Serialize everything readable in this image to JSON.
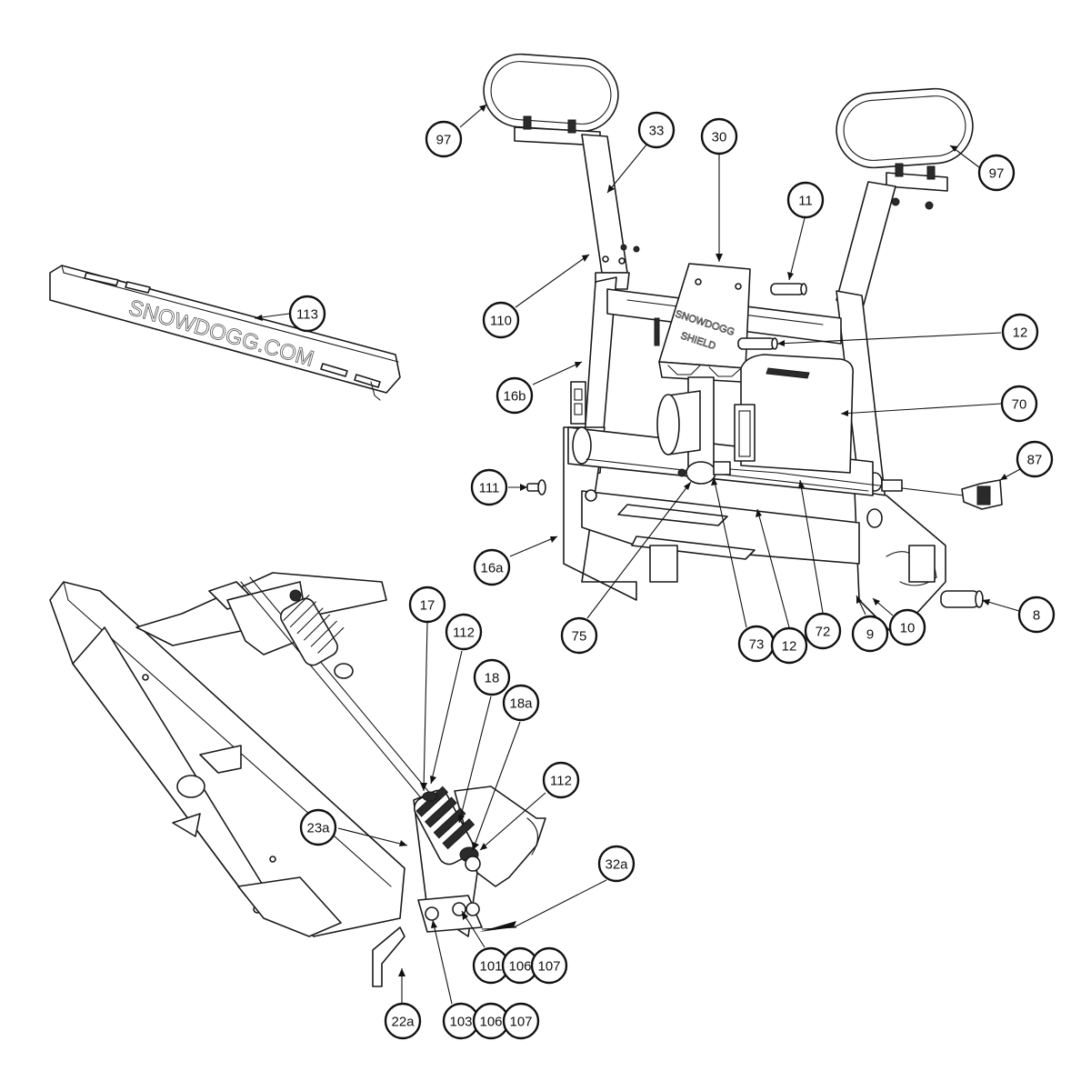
{
  "diagram": {
    "type": "exploded-parts-diagram",
    "colors": {
      "line": "#1a1a1a",
      "background": "#ffffff"
    },
    "embossed_text": {
      "bar_label": "SNOWDOGG.COM",
      "shield_top": "SNOWDOGG",
      "shield_bottom": "SHIELD"
    },
    "callouts": [
      {
        "id": "97-left",
        "label": "97"
      },
      {
        "id": "33",
        "label": "33"
      },
      {
        "id": "30",
        "label": "30"
      },
      {
        "id": "11",
        "label": "11"
      },
      {
        "id": "97-right",
        "label": "97"
      },
      {
        "id": "110",
        "label": "110"
      },
      {
        "id": "113",
        "label": "113"
      },
      {
        "id": "12-top",
        "label": "12"
      },
      {
        "id": "16b",
        "label": "16b"
      },
      {
        "id": "70",
        "label": "70"
      },
      {
        "id": "87",
        "label": "87"
      },
      {
        "id": "111",
        "label": "111"
      },
      {
        "id": "16a",
        "label": "16a"
      },
      {
        "id": "8",
        "label": "8"
      },
      {
        "id": "75",
        "label": "75"
      },
      {
        "id": "73",
        "label": "73"
      },
      {
        "id": "12-bottom",
        "label": "12"
      },
      {
        "id": "72",
        "label": "72"
      },
      {
        "id": "9",
        "label": "9"
      },
      {
        "id": "10",
        "label": "10"
      },
      {
        "id": "17",
        "label": "17"
      },
      {
        "id": "112-top",
        "label": "112"
      },
      {
        "id": "18",
        "label": "18"
      },
      {
        "id": "18a",
        "label": "18a"
      },
      {
        "id": "112-right",
        "label": "112"
      },
      {
        "id": "23a",
        "label": "23a"
      },
      {
        "id": "32a",
        "label": "32a"
      },
      {
        "id": "101",
        "label": "101"
      },
      {
        "id": "106-a",
        "label": "106"
      },
      {
        "id": "107-a",
        "label": "107"
      },
      {
        "id": "22a",
        "label": "22a"
      },
      {
        "id": "103",
        "label": "103"
      },
      {
        "id": "106-b",
        "label": "106"
      },
      {
        "id": "107-b",
        "label": "107"
      }
    ]
  }
}
